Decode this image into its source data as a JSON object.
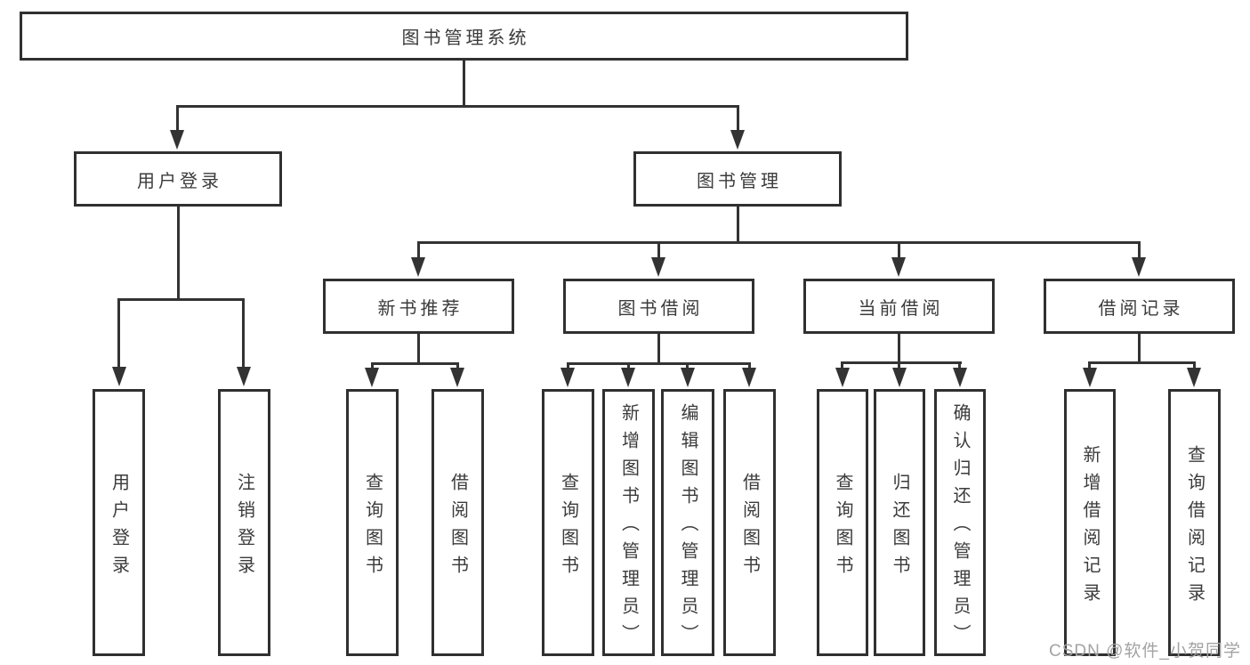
{
  "diagram": {
    "root": {
      "label": "图书管理系统"
    },
    "level2": [
      {
        "label": "用户登录"
      },
      {
        "label": "图书管理"
      }
    ],
    "level3": [
      {
        "label": "新书推荐"
      },
      {
        "label": "图书借阅"
      },
      {
        "label": "当前借阅"
      },
      {
        "label": "借阅记录"
      }
    ],
    "leaves": {
      "user_login": [
        "用户登录",
        "注销登录"
      ],
      "new_book": [
        "查询图书",
        "借阅图书"
      ],
      "book_borrow": [
        "查询图书",
        "新增图书（管理员）",
        "编辑图书（管理员）",
        "借阅图书"
      ],
      "current_borrow": [
        "查询图书",
        "归还图书",
        "确认归还（管理员）"
      ],
      "borrow_records": [
        "新增借阅记录",
        "查询借阅记录"
      ]
    }
  },
  "watermark": "CSDN @软件_小贺同学",
  "colors": {
    "line": "#333333",
    "border": "#303030",
    "text": "#3b3b3b",
    "watermark": "#a3a3a3",
    "background": "#ffffff"
  }
}
